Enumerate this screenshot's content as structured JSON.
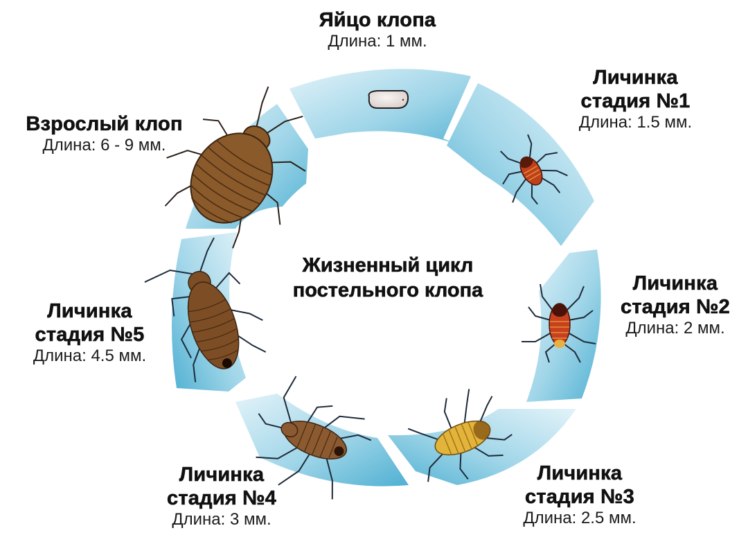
{
  "title": {
    "line1": "Жизненный цикл",
    "line2": "постельного клопа"
  },
  "stages": [
    {
      "id": "egg",
      "name": "Яйцо клопа",
      "length": "Длина: 1 мм."
    },
    {
      "id": "nymph1",
      "name": "Личинка",
      "sub": "стадия №1",
      "length": "Длина: 1.5 мм."
    },
    {
      "id": "nymph2",
      "name": "Личинка",
      "sub": "стадия №2",
      "length": "Длина: 2 мм."
    },
    {
      "id": "nymph3",
      "name": "Личинка",
      "sub": "стадия №3",
      "length": "Длина: 2.5 мм."
    },
    {
      "id": "nymph4",
      "name": "Личинка",
      "sub": "стадия №4",
      "length": "Длина: 3 мм."
    },
    {
      "id": "nymph5",
      "name": "Личинка",
      "sub": "стадия №5",
      "length": "Длина: 4.5 мм."
    },
    {
      "id": "adult",
      "name": "Взрослый клоп",
      "length": "Длина: 6 - 9 мм."
    }
  ],
  "colors": {
    "ring_light": "#cfeaf4",
    "ring_mid": "#8fcfe4",
    "ring_dark": "#4fb0d2",
    "adult_body": "#8a5a2b",
    "nymph5_body": "#7d4e25",
    "nymph4_body": "#8c5a30",
    "nymph3_body": "#e2b43a",
    "nymph2_body": "#c8401e",
    "nymph1_body": "#c0401c",
    "egg": "#ece4e0"
  }
}
